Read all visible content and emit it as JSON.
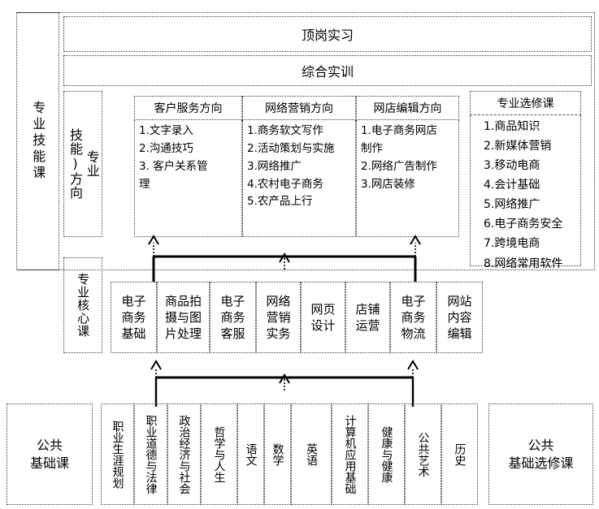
{
  "diagram": {
    "title_rows": [
      {
        "label": "顶岗实习"
      },
      {
        "label": "综合实训"
      }
    ],
    "left_labels": {
      "skill_course": "专业技能课",
      "skill_direction": "专业\n技能)方向",
      "core_course": "专业核心课",
      "general_base": "公共\n基础课",
      "general_elective": "公共\n基础选修课"
    },
    "directions": [
      {
        "head": "客户服务方向",
        "items": [
          "1.文字录入",
          "2.沟通技巧",
          "3. 客户关系管",
          "理"
        ]
      },
      {
        "head": "网络营销方向",
        "items": [
          "1.商务软文写作",
          "2.活动策划与实施",
          "3.网络推广",
          "4.农村电子商务",
          "5.农产品上行"
        ]
      },
      {
        "head": "网店编辑方向",
        "items": [
          "1.电子商务网店",
          "制作",
          "2.网络广告制作",
          "3.网店装修"
        ]
      }
    ],
    "electives": {
      "head": "专业选修课",
      "items": [
        "1.商品知识",
        "2.新媒体营销",
        "3.移动电商",
        "4.会计基础",
        "5.网络推广",
        "6.电子商务安全",
        "7.跨境电商",
        "8.网络常用软件"
      ]
    },
    "core_courses": [
      "电子\n商务\n基础",
      "商品拍\n摄与图\n片处理",
      "电子\n商务\n客服",
      "网络\n营销\n实务",
      "网页\n设计",
      "店铺\n运营",
      "电子\n商务\n物流",
      "网站\n内容\n编辑"
    ],
    "general_courses": [
      "职业生涯规划",
      "职业道德与法律",
      "政治经济与社会",
      "哲学与人生",
      "语文",
      "数学",
      "英语",
      "计算机应用基础",
      "健康与健康",
      "公共艺术",
      "历史"
    ],
    "colors": {
      "border": "#3a3a3a",
      "text": "#000000",
      "background": "#ffffff",
      "connector": "#000000"
    }
  }
}
